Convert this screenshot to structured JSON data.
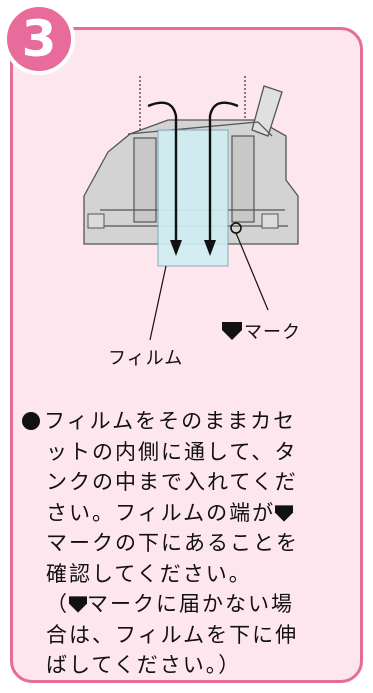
{
  "step": {
    "number": "3"
  },
  "illustration": {
    "label_film": "フィルム",
    "label_mark": "マーク"
  },
  "instructions": {
    "line1": "フィルムをそのままカセ",
    "line2": "ットの内側に通して、タ",
    "line3": "ンクの中まで入れてくだ",
    "line4a": "さい。フィルムの端が",
    "line5": "マークの下にあることを",
    "line6": "確認してください。",
    "line7a": "（",
    "line7b": "マークに届かない場",
    "line8": "合は、フィルムを下に伸",
    "line9": "ばしてください。）"
  },
  "colors": {
    "accent": "#e86c9b",
    "card_bg": "#fde6ee",
    "film": "#cfeef4"
  }
}
